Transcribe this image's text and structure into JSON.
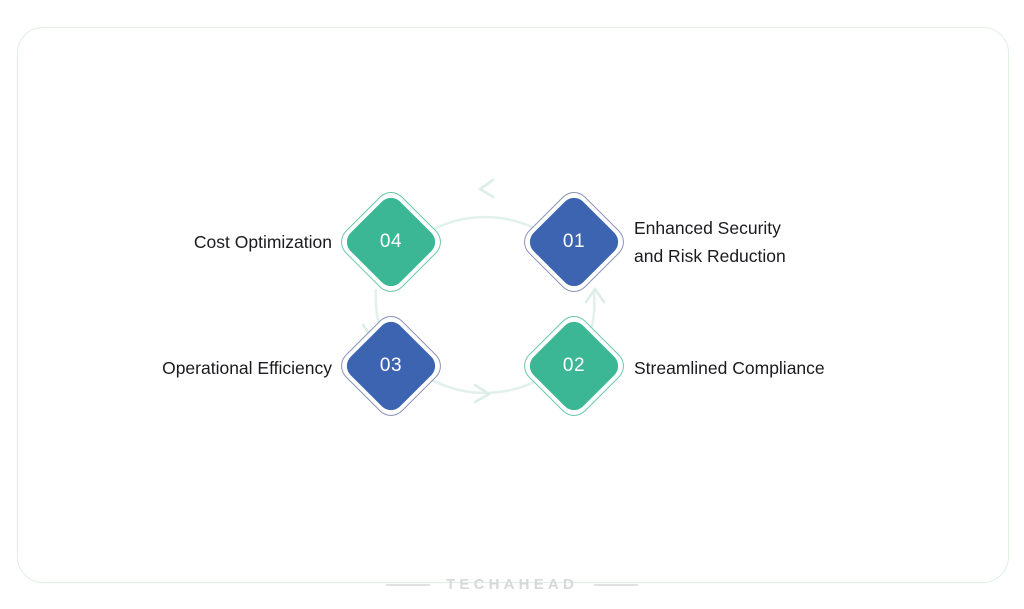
{
  "card": {
    "border_color": "#dff0e4",
    "background": "#ffffff"
  },
  "diagram": {
    "type": "cycle",
    "direction": "counter-clockwise",
    "title": "",
    "arc_color": "#e2f1ea",
    "colors": {
      "blue": "#3c64b1",
      "green": "#3bb795",
      "label_text": "#1b1b1f",
      "node_number_text": "#ffffff"
    },
    "nodes": [
      {
        "number": "01",
        "label": "Enhanced Security\nand Risk Reduction",
        "color_name": "blue",
        "color": "#3c64b1",
        "position": "top-right",
        "label_side": "right"
      },
      {
        "number": "02",
        "label": "Streamlined Compliance",
        "color_name": "green",
        "color": "#3bb795",
        "position": "bottom-right",
        "label_side": "right"
      },
      {
        "number": "03",
        "label": "Operational Efficiency",
        "color_name": "blue",
        "color": "#3c64b1",
        "position": "bottom-left",
        "label_side": "left"
      },
      {
        "number": "04",
        "label": "Cost Optimization",
        "color_name": "green",
        "color": "#3bb795",
        "position": "top-left",
        "label_side": "left"
      }
    ],
    "arrows": [
      {
        "id": "arrow-top",
        "points": "left"
      },
      {
        "id": "arrow-left",
        "points": "down"
      },
      {
        "id": "arrow-bottom",
        "points": "right"
      },
      {
        "id": "arrow-right",
        "points": "up"
      }
    ]
  },
  "watermark": {
    "text": "TECHAHEAD",
    "color": "#d8d8d8"
  }
}
